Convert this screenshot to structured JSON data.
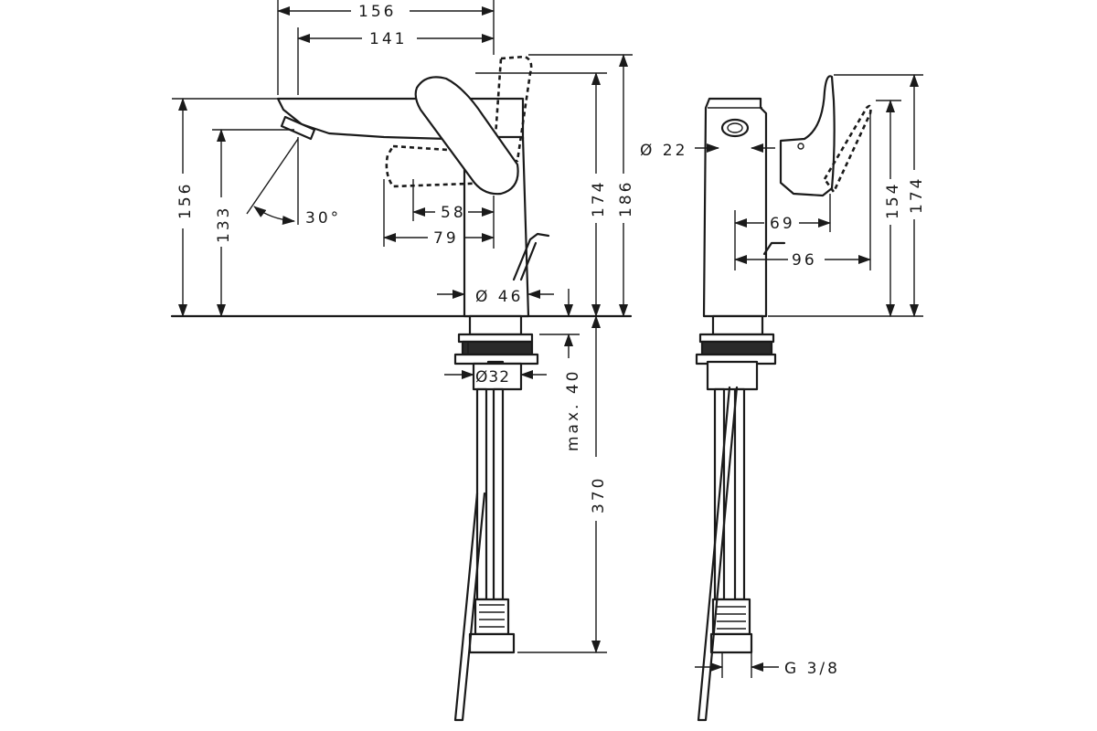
{
  "dimensions": {
    "top_156": "156",
    "top_141": "141",
    "left_156": "156",
    "left_133": "133",
    "angle_30": "30°",
    "handle_58": "58",
    "handle_79": "79",
    "base_46": "Ø 46",
    "right_174": "174",
    "right_186": "186",
    "shank_32": "Ø32",
    "max_40": "max. 40",
    "hose_370": "370",
    "side_22": "Ø 22",
    "side_69": "69",
    "side_96": "96",
    "side_154": "154",
    "side_174": "174",
    "thread": "G 3/8"
  }
}
